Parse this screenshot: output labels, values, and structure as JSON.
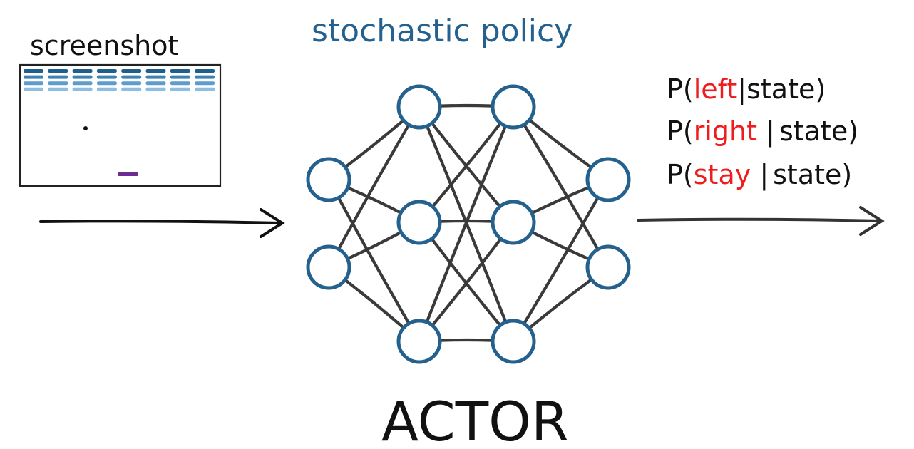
{
  "labels": {
    "screenshot": "screenshot",
    "policy": "stochastic policy",
    "actor": "ACTOR"
  },
  "outputs": [
    {
      "prefix": "P(",
      "action": "left",
      "sep": "|",
      "suffix": "state)"
    },
    {
      "prefix": "P(",
      "action": "right",
      "sep": " |",
      "suffix": "state)"
    },
    {
      "prefix": "P(",
      "action": "stay",
      "sep": " |",
      "suffix": "state)"
    }
  ],
  "network": {
    "layers": [
      2,
      3,
      3,
      2
    ]
  },
  "colors": {
    "node": "#24618e",
    "edge": "#3a3a3a",
    "policy_text": "#24618e",
    "action_text": "#ee1c1c",
    "text": "#111111",
    "paddle": "#6a2c91",
    "brick_rows": [
      "#1f5f8b",
      "#3d82b3",
      "#5d9ccb",
      "#8dbde0"
    ]
  }
}
